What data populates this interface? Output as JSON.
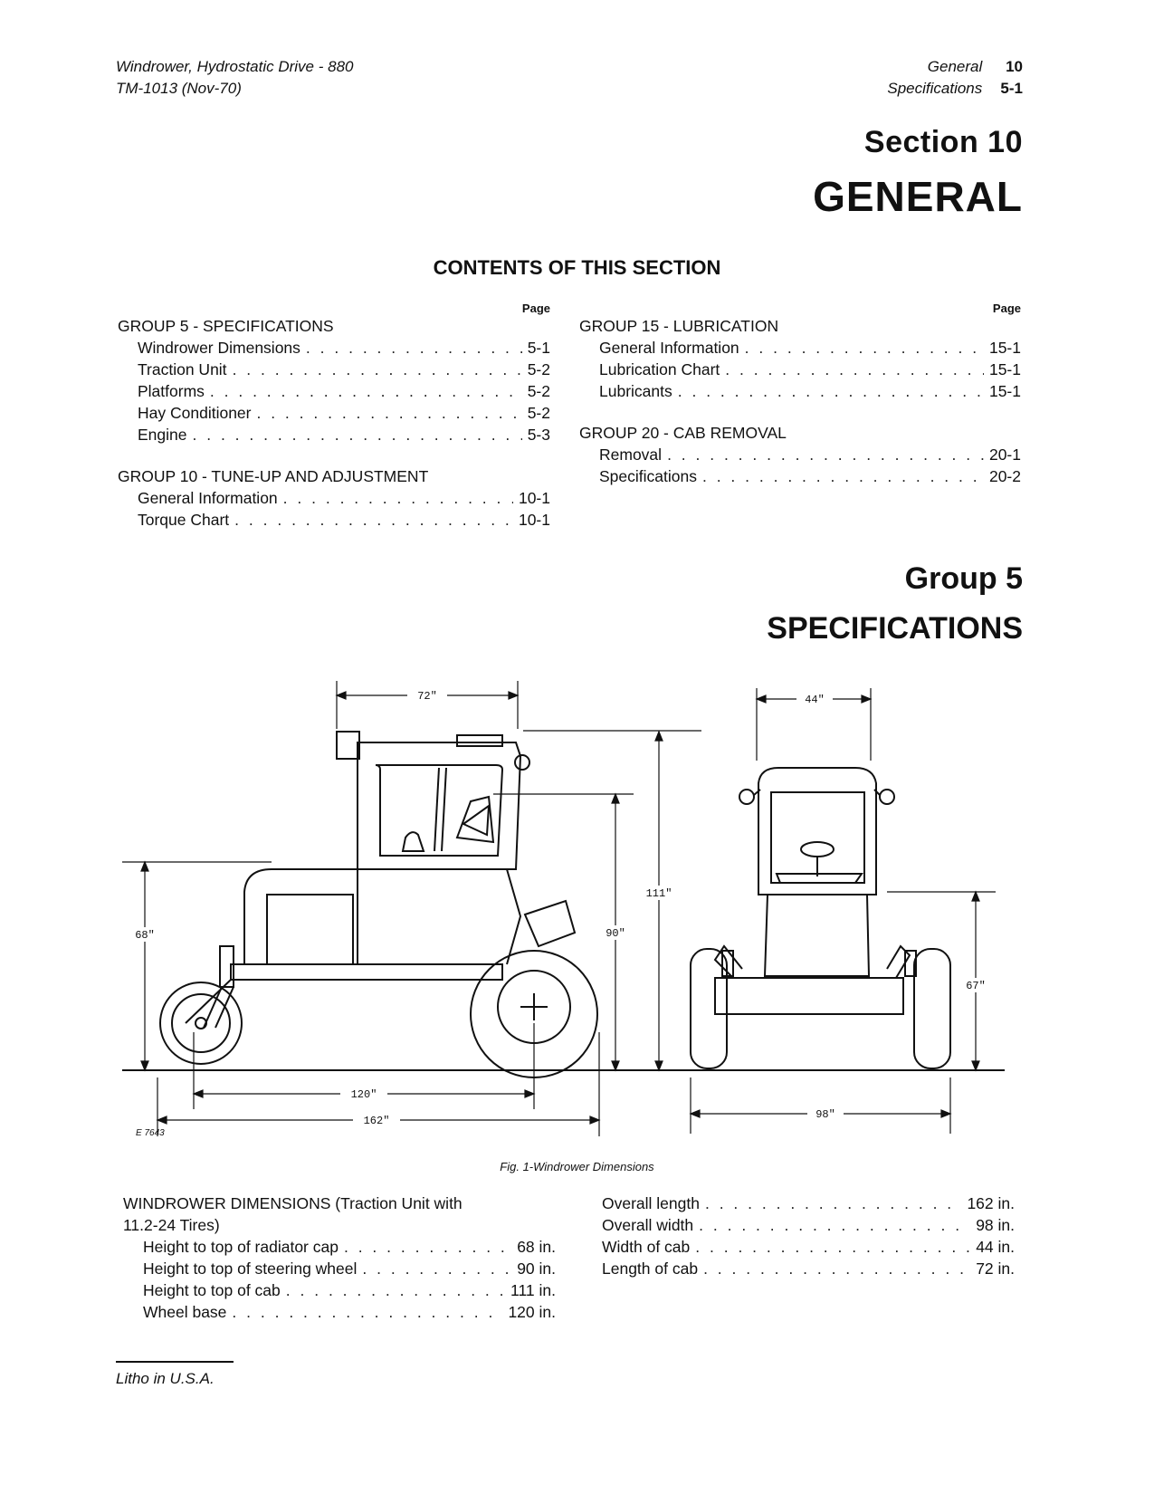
{
  "header": {
    "left_line1": "Windrower, Hydrostatic Drive  -  880",
    "left_line2": "TM-1013    (Nov-70)",
    "right_label1": "General",
    "right_num1": "10",
    "right_label2": "Specifications",
    "right_num2": "5-1"
  },
  "section": {
    "number": "Section 10",
    "title": "GENERAL"
  },
  "contents": {
    "title": "CONTENTS OF THIS SECTION",
    "page_label": "Page",
    "left_groups": [
      {
        "heading": "GROUP  5  -  SPECIFICATIONS",
        "items": [
          {
            "label": "Windrower Dimensions",
            "page": "5-1"
          },
          {
            "label": "Traction Unit",
            "page": "5-2"
          },
          {
            "label": "Platforms",
            "page": "5-2"
          },
          {
            "label": "Hay Conditioner",
            "page": "5-2"
          },
          {
            "label": "Engine",
            "page": "5-3"
          }
        ]
      },
      {
        "heading": "GROUP 10  -  TUNE-UP AND ADJUSTMENT",
        "items": [
          {
            "label": "General Information",
            "page": "10-1"
          },
          {
            "label": "Torque Chart",
            "page": "10-1"
          }
        ]
      }
    ],
    "right_groups": [
      {
        "heading": "GROUP 15  -  LUBRICATION",
        "items": [
          {
            "label": "General Information",
            "page": "15-1"
          },
          {
            "label": "Lubrication Chart",
            "page": "15-1"
          },
          {
            "label": "Lubricants",
            "page": "15-1"
          }
        ]
      },
      {
        "heading": "GROUP 20  -  CAB REMOVAL",
        "items": [
          {
            "label": "Removal",
            "page": "20-1"
          },
          {
            "label": "Specifications",
            "page": "20-2"
          }
        ]
      }
    ]
  },
  "group": {
    "number": "Group 5",
    "title": "SPECIFICATIONS"
  },
  "figure": {
    "caption": "Fig. 1-Windrower Dimensions",
    "code": "E 7643",
    "dims": {
      "cab_length": "72\"",
      "cab_width": "44\"",
      "height_cab": "111\"",
      "height_wheel": "90\"",
      "height_radiator": "68\"",
      "height_front": "67\"",
      "wheel_base": "120\"",
      "overall_length": "162\"",
      "overall_width": "98\""
    }
  },
  "specs": {
    "heading_line1": "WINDROWER DIMENSIONS (Traction Unit with",
    "heading_line2": "11.2-24 Tires)",
    "left_items": [
      {
        "label": "Height to top of radiator cap",
        "value": "68 in."
      },
      {
        "label": "Height to top of steering wheel",
        "value": "90 in."
      },
      {
        "label": "Height to top of cab",
        "value": "111 in."
      },
      {
        "label": "Wheel base",
        "value": "120 in."
      }
    ],
    "right_items": [
      {
        "label": "Overall length",
        "value": "162 in."
      },
      {
        "label": "Overall width",
        "value": "98 in."
      },
      {
        "label": "Width of cab",
        "value": "44 in."
      },
      {
        "label": "Length of cab",
        "value": "72 in."
      }
    ]
  },
  "footer": {
    "litho": "Litho in U.S.A."
  }
}
